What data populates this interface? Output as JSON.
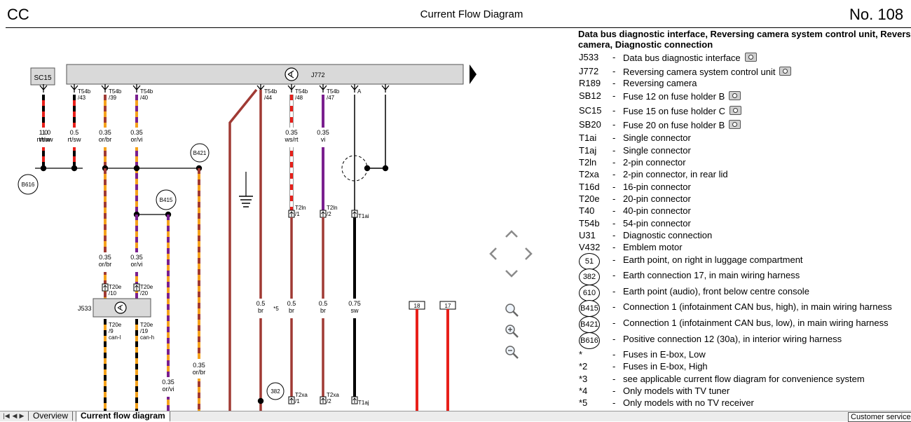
{
  "header": {
    "app_code": "CC",
    "title": "Current Flow Diagram",
    "number": "No. 108"
  },
  "diagram": {
    "components": {
      "sc15": "SC15",
      "j772": "J772",
      "j533": "J533",
      "b616": "B616",
      "b421": "B421",
      "b415": "B415",
      "e382": "382"
    },
    "pins": {
      "p1": "T54b\n/43",
      "p2": "T54b\n/39",
      "p3": "T54b\n/40",
      "p4": "T54b\n/44",
      "p5": "T54b\n/48",
      "p6": "T54b\n/47",
      "p7": "A",
      "t20e_10": "T20e\n/10",
      "t20e_20": "T20e\n/20",
      "t20e_9": "T20e\n/9\ncan-l",
      "t20e_19": "T20e\n/19\ncan-h",
      "t2ln_1": "T2ln\n/1",
      "t2ln_2": "T2ln\n/2",
      "t1ai": "T1ai",
      "t2xa_1": "T2xa\n/1",
      "t2xa_2": "T2xa\n/2",
      "t1aj": "T1aj",
      "fuse18": "18",
      "fuse17": "17"
    },
    "wires": {
      "w1": "1.0\nrt/sw",
      "w2": "0.5\nrt/sw",
      "w3": "0.35\nor/br",
      "w4": "0.35\nor/vi",
      "w5": "0.35\nws/rt",
      "w6": "0.35\nvi",
      "w7": "0.35\nor/br",
      "w8": "0.35\nor/vi",
      "w9": "0.5\nbr",
      "w10": "0.5\nbr",
      "w11": "0.5\nbr",
      "w12": "0.75\nsw",
      "w13": "0.35\nor/vi",
      "w14": "0.35\nor/br",
      "star5": "*5"
    },
    "colors": {
      "red": "#e8201a",
      "black": "#000000",
      "orange": "#f5a21b",
      "violet": "#7a1f8e",
      "brown": "#a03a34",
      "white": "#ffffff",
      "component_fill": "#d9d9d9"
    }
  },
  "legend": {
    "heading_line1": "Data bus diagnostic interface, Reversing camera system control unit, Reversing",
    "heading_line2": "camera, Diagnostic connection",
    "items": [
      {
        "code": "J533",
        "desc": "Data bus diagnostic interface",
        "icon": "camera-icon"
      },
      {
        "code": "J772",
        "desc": "Reversing camera system control unit",
        "icon": "camera-icon"
      },
      {
        "code": "R189",
        "desc": "Reversing camera"
      },
      {
        "code": "SB12",
        "desc": "Fuse 12 on fuse holder B",
        "icon": "camera-icon"
      },
      {
        "code": "SC15",
        "desc": "Fuse 15 on fuse holder C",
        "icon": "camera-icon"
      },
      {
        "code": "SB20",
        "desc": "Fuse 20 on fuse holder B",
        "icon": "camera-icon"
      },
      {
        "code": "T1ai",
        "desc": "Single connector"
      },
      {
        "code": "T1aj",
        "desc": "Single connector"
      },
      {
        "code": "T2ln",
        "desc": "2-pin connector"
      },
      {
        "code": "T2xa",
        "desc": "2-pin connector, in rear lid"
      },
      {
        "code": "T16d",
        "desc": "16-pin connector"
      },
      {
        "code": "T20e",
        "desc": "20-pin connector"
      },
      {
        "code": "T40",
        "desc": "40-pin connector"
      },
      {
        "code": "T54b",
        "desc": "54-pin connector"
      },
      {
        "code": "U31",
        "desc": "Diagnostic connection"
      },
      {
        "code": "V432",
        "desc": "Emblem motor"
      },
      {
        "code": "51",
        "desc": "Earth point, on right in luggage compartment",
        "circle": true
      },
      {
        "code": "382",
        "desc": "Earth connection 17, in main wiring harness",
        "circle": true
      },
      {
        "code": "610",
        "desc": "Earth point (audio), front below centre console",
        "circle": true
      },
      {
        "code": "B415",
        "desc": "Connection 1 (infotainment CAN bus, high), in main wiring harness",
        "circle": true
      },
      {
        "code": "B421",
        "desc": "Connection 1 (infotainment CAN bus, low), in main wiring harness",
        "circle": true
      },
      {
        "code": "B616",
        "desc": "Positive connection 12 (30a), in interior wiring harness",
        "circle": true
      },
      {
        "code": "*",
        "desc": "Fuses in E-box, Low"
      },
      {
        "code": "*2",
        "desc": "Fuses in E-box, High"
      },
      {
        "code": "*3",
        "desc": "see applicable current flow diagram for convenience system"
      },
      {
        "code": "*4",
        "desc": "Only models with TV tuner"
      },
      {
        "code": "*5",
        "desc": "Only models with no TV receiver"
      }
    ]
  },
  "tabs": {
    "overview": "Overview",
    "current": "Current flow diagram"
  },
  "status": {
    "text": "Customer service"
  }
}
